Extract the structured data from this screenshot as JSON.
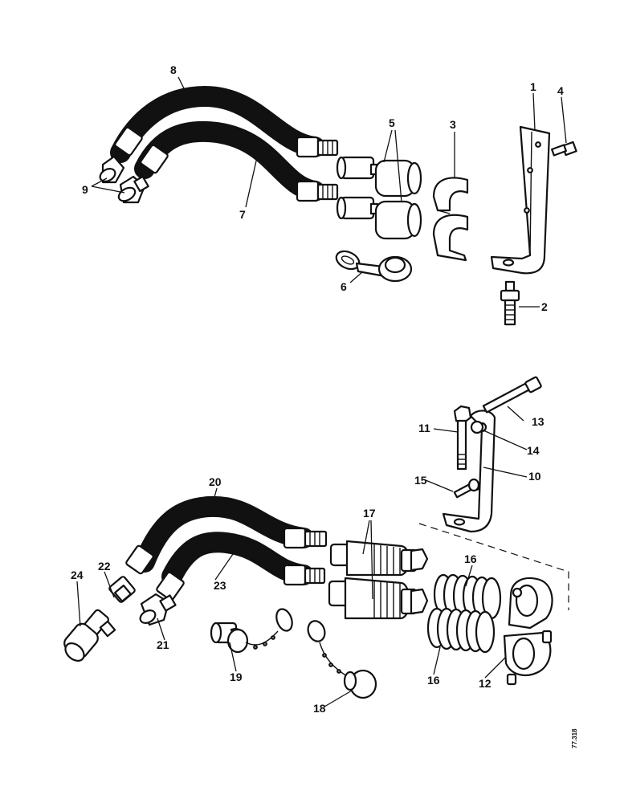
{
  "labels": {
    "n1": "1",
    "n2": "2",
    "n3": "3",
    "n4": "4",
    "n5": "5",
    "n6": "6",
    "n7": "7",
    "n8": "8",
    "n9": "9",
    "n10": "10",
    "n11": "11",
    "n12": "12",
    "n13": "13",
    "n14": "14",
    "n15": "15",
    "n16a": "16",
    "n16b": "16",
    "n17": "17",
    "n18": "18",
    "n19": "19",
    "n20": "20",
    "n21": "21",
    "n22": "22",
    "n23": "23",
    "n24": "24"
  },
  "figure_ref": "77.318"
}
